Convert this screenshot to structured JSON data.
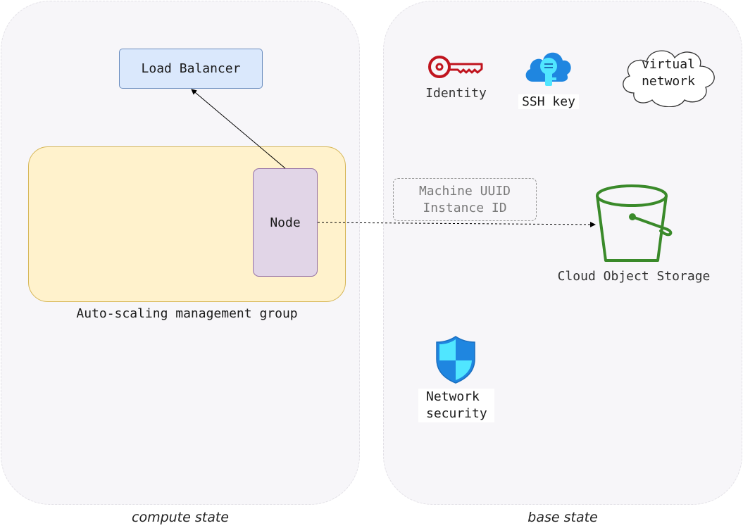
{
  "panels": {
    "compute_label": "compute state",
    "base_label": "base state"
  },
  "compute": {
    "load_balancer": "Load Balancer",
    "node": "Node",
    "asg_label": "Auto-scaling management group"
  },
  "base": {
    "identity": "Identity",
    "ssh_key": "SSH key",
    "virtual_network_line1": "virtual",
    "virtual_network_line2": "network",
    "storage": "Cloud Object Storage",
    "network_security_line1": "Network",
    "network_security_line2": "security"
  },
  "connection_note": {
    "line1": "Machine UUID",
    "line2": "Instance ID"
  },
  "icons": {
    "identity": "key-icon",
    "ssh_key": "cloud-key-icon",
    "virtual_network": "cloud-icon",
    "storage": "bucket-icon",
    "network_security": "shield-icon"
  },
  "colors": {
    "load_balancer_fill": "#dae8fc",
    "asg_fill": "#fff2cc",
    "node_fill": "#e1d5e7",
    "key_red": "#c0141e",
    "bucket_green": "#3a8a2a",
    "azure_blue": "#1f86e0"
  }
}
